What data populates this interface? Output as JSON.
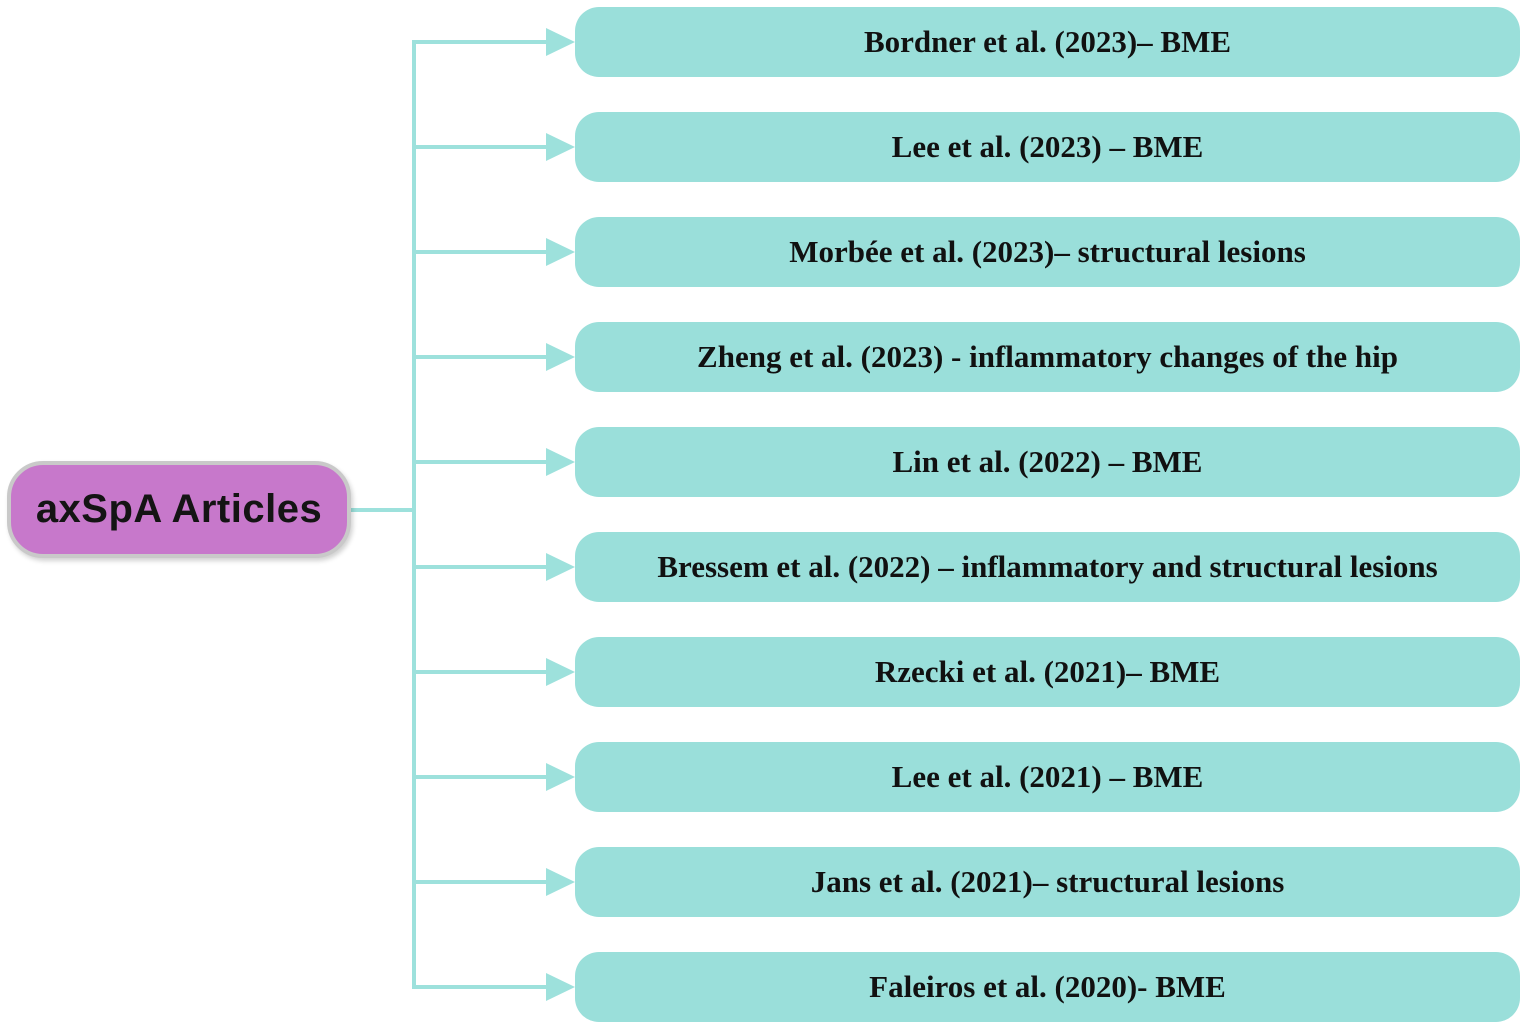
{
  "diagram": {
    "root_label": "axSpA Articles",
    "articles": [
      "Bordner et al. (2023)– BME",
      "Lee et al. (2023) – BME",
      "Morbée et al. (2023)– structural lesions",
      "Zheng et al. (2023) - inflammatory changes of the hip",
      "Lin et al. (2022) – BME",
      "Bressem et al. (2022) – inflammatory and structural lesions",
      "Rzecki et al. (2021)– BME",
      "Lee et al. (2021) – BME",
      "Jans et al. (2021)– structural lesions",
      "Faleiros et al. (2020)- BME"
    ],
    "colors": {
      "article_node_fill": "#9adfda",
      "connector": "#9de1dc",
      "root_fill": "#c778cb",
      "root_border": "#c9c9c9",
      "text": "#111111"
    }
  }
}
